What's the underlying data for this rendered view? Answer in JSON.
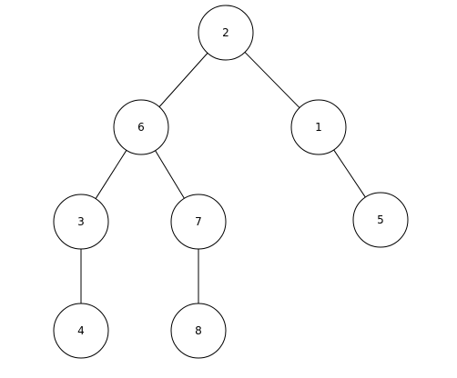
{
  "tree": {
    "nodes": [
      {
        "id": "n2",
        "label": "2"
      },
      {
        "id": "n6",
        "label": "6"
      },
      {
        "id": "n1",
        "label": "1"
      },
      {
        "id": "n3",
        "label": "3"
      },
      {
        "id": "n7",
        "label": "7"
      },
      {
        "id": "n5",
        "label": "5"
      },
      {
        "id": "n4",
        "label": "4"
      },
      {
        "id": "n8",
        "label": "8"
      }
    ],
    "edges": [
      {
        "from": "n2",
        "to": "n6"
      },
      {
        "from": "n2",
        "to": "n1"
      },
      {
        "from": "n6",
        "to": "n3"
      },
      {
        "from": "n6",
        "to": "n7"
      },
      {
        "from": "n1",
        "to": "n5"
      },
      {
        "from": "n3",
        "to": "n4"
      },
      {
        "from": "n7",
        "to": "n8"
      }
    ]
  }
}
